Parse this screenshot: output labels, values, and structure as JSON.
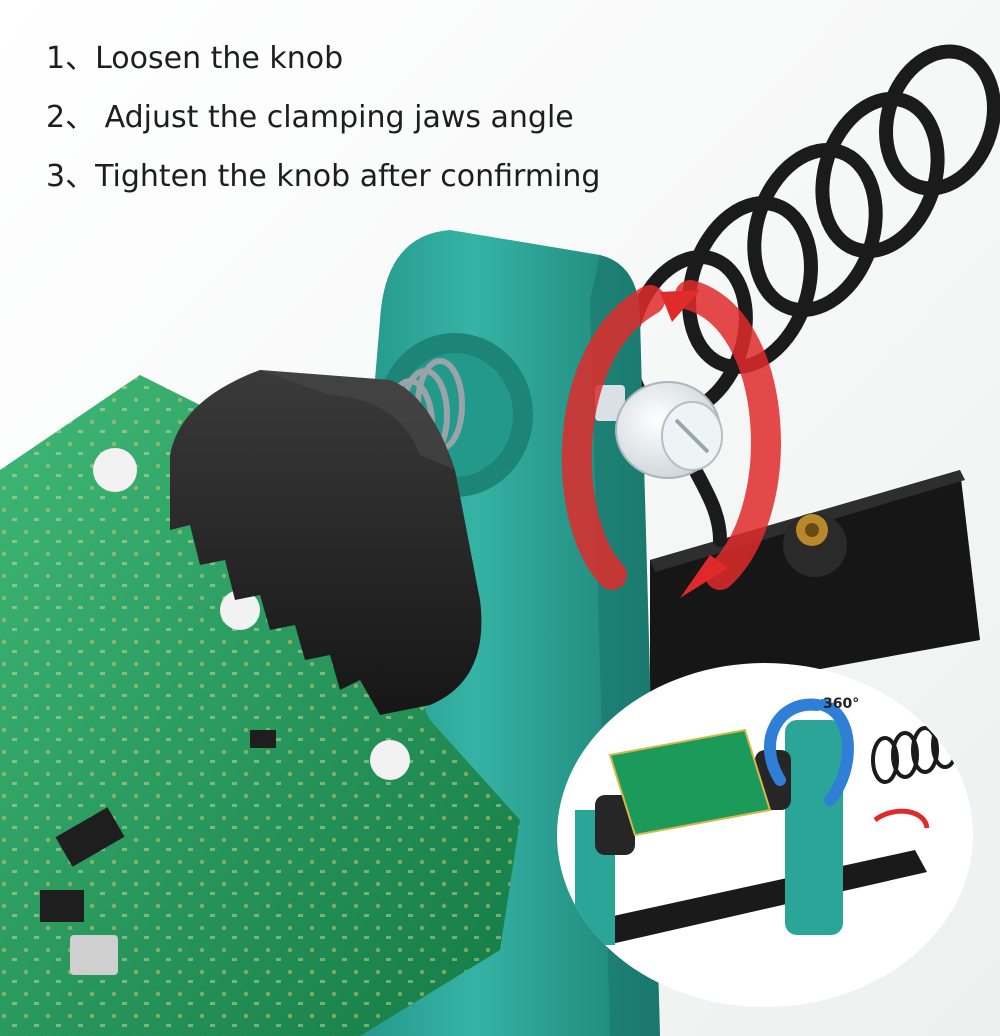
{
  "instructions": {
    "steps": [
      "1、Loosen the knob",
      "2、 Adjust the clamping jaws angle",
      "3、Tighten the knob after confirming"
    ]
  },
  "inset": {
    "rotation_label": "360°"
  },
  "colors": {
    "stand_teal": "#2aa597",
    "pcb_green": "#1c9a5a",
    "jaw_black": "#262626",
    "arrow_red": "#e02a2a",
    "arrow_blue": "#2f7fd6",
    "coil_black": "#1b1b1b"
  },
  "icons": {
    "rotation_arrow": "red-rotation-arrow-icon",
    "inset_rotation_arrow": "blue-rotation-arrow-icon"
  }
}
